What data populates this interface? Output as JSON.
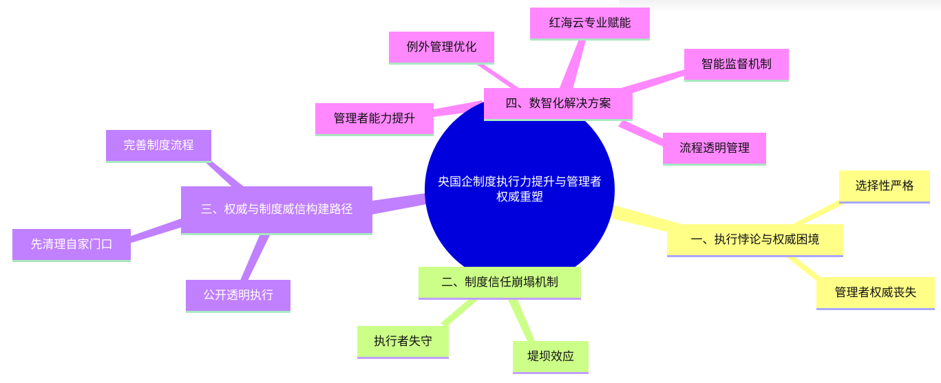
{
  "center": {
    "title": "央国企制度执行力提升与管理者权威重塑",
    "color": "#0000dd"
  },
  "branches": {
    "b4": {
      "label": "四、数智化解决方案",
      "color": "#ff88ff",
      "children": [
        "红海云专业赋能",
        "例外管理优化",
        "智能监督机制",
        "管理者能力提升",
        "流程透明管理"
      ]
    },
    "b3": {
      "label": "三、权威与制度威信构建路径",
      "color": "#c080ff",
      "children": [
        "完善制度流程",
        "先清理自家门口",
        "公开透明执行"
      ]
    },
    "b1": {
      "label": "一、执行悖论与权威困境",
      "color": "#ffff88",
      "children": [
        "选择性严格",
        "管理者权威丧失"
      ]
    },
    "b2": {
      "label": "二、制度信任崩塌机制",
      "color": "#ccff88",
      "children": [
        "执行者失守",
        "堤坝效应"
      ]
    }
  }
}
